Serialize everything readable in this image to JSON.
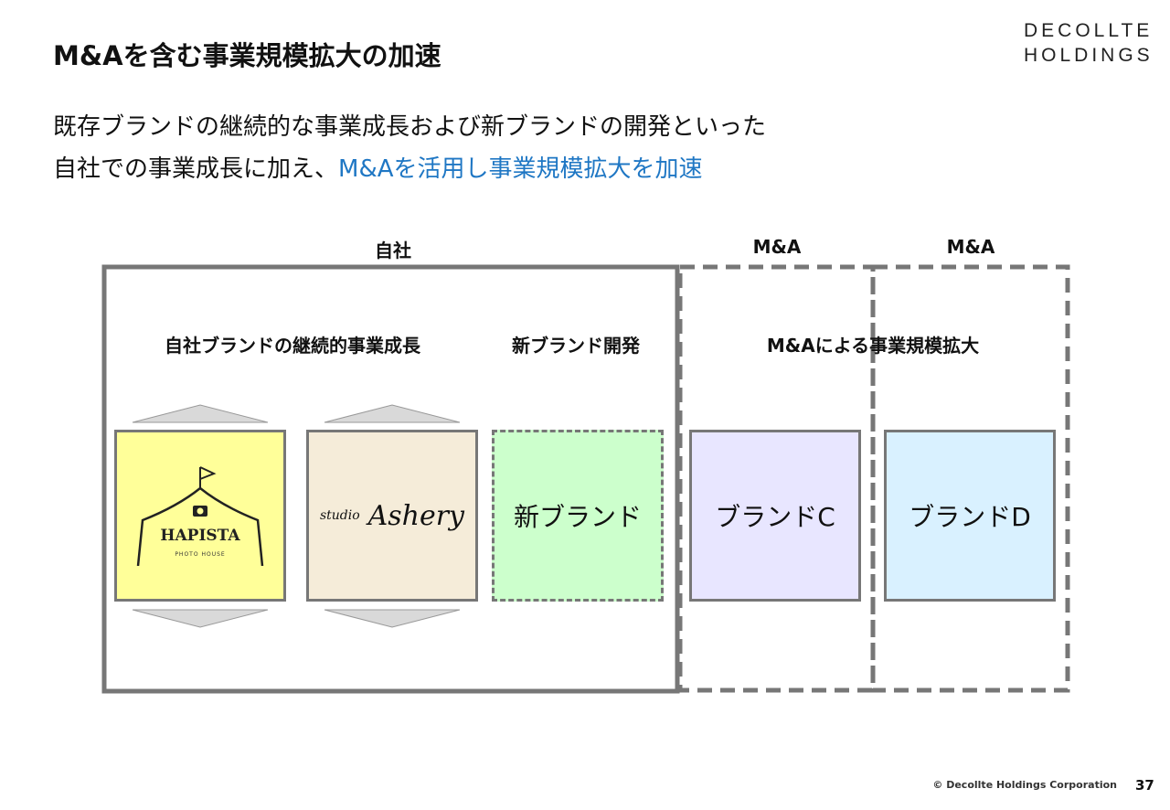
{
  "header": {
    "title": "M&Aを含む事業規模拡大の加速",
    "logo": "DECOLLTE HOLDINGS",
    "logo_line1": "DECOLLTE",
    "logo_line2": "HOLDINGS"
  },
  "subtitle": {
    "line1": "既存ブランドの継続的な事業成長および新ブランドの開発といった",
    "line2_plain": "自社での事業成長に加え、",
    "line2_highlight": "M&Aを活用し事業規模拡大を加速"
  },
  "diagram": {
    "group_labels": {
      "own": "自社",
      "ma1": "M&A",
      "ma2": "M&A"
    },
    "section_labels": {
      "existing": "自社ブランドの継続的事業成長",
      "new": "新ブランド開発",
      "ma": "M&Aによる事業規模拡大"
    },
    "brands": {
      "hapista": "HAPISTA",
      "hapista_sub": "PHOTO HOUSE",
      "ashery_small": "studio",
      "ashery_big": "Ashery",
      "new": "新ブランド",
      "c": "ブランドC",
      "d": "ブランドD"
    }
  },
  "footer": {
    "copyright": "© Decollte Holdings Corporation",
    "page": "37"
  }
}
